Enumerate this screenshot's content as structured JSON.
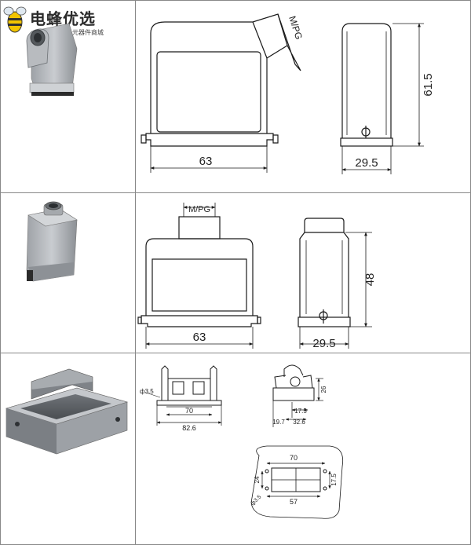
{
  "brand": {
    "name": "电蜂优选",
    "tagline": "用广電商电子元器件商城"
  },
  "rows": [
    {
      "id": "row1",
      "entry_label": "M/PG",
      "dims": {
        "width": "63",
        "depth": "29.5",
        "height": "61.5"
      }
    },
    {
      "id": "row2",
      "entry_label": "M/PG",
      "dims": {
        "width": "63",
        "depth": "29.5",
        "height": "48"
      }
    },
    {
      "id": "row3",
      "front": {
        "hole": "ф3.5",
        "inner": "70",
        "outer": "82.6"
      },
      "side": {
        "height": "26",
        "inner": "17.5",
        "left": "19.7",
        "outer": "32.6"
      },
      "cutout": {
        "top": "70",
        "left": "24",
        "right": "17.5",
        "bottom": "57",
        "hole": "ф3.5"
      }
    }
  ],
  "colors": {
    "line": "#1a1a1a",
    "grid": "#888888",
    "housing_light": "#b9bcc0",
    "housing_dark": "#7a7e83",
    "seal": "#2b2b2b",
    "logo_yellow": "#f2c400"
  }
}
